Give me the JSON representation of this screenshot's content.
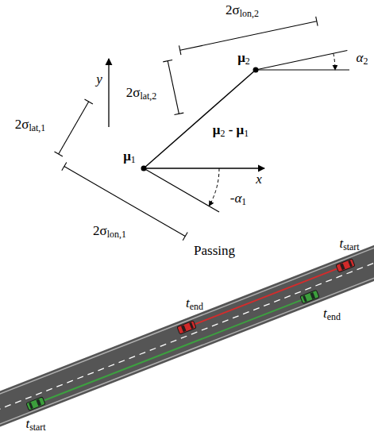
{
  "diagram": {
    "nodes": [
      {
        "text": [
          "μ2"
        ]
      },
      {
        "text": [
          "μ1"
        ]
      }
    ],
    "edges": [
      {
        "from": 1,
        "to": 0,
        "arrow": "none",
        "label": "μ2 - μ1"
      }
    ],
    "labels": [
      "2σlon,2",
      "α2",
      "y",
      "2σlat,2",
      "2σlat,1",
      "x",
      "-α1",
      "2σlon,1",
      "Passing",
      "tstart",
      "tend",
      "tend",
      "tstart"
    ]
  }
}
